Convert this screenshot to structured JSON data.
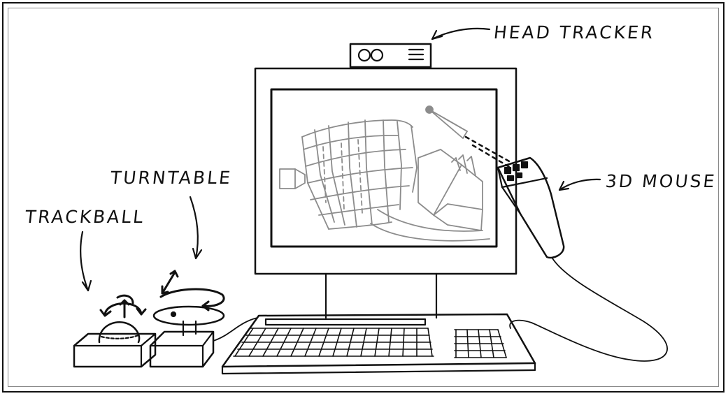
{
  "labels": {
    "head_tracker": "HEAD TRACKER",
    "turntable": "TURNTABLE",
    "trackball": "TRACKBALL",
    "mouse_3d": "3D MOUSE"
  },
  "colors": {
    "ink": "#111111",
    "screen_grid": "#8c8c8c",
    "paper": "#ffffff"
  }
}
